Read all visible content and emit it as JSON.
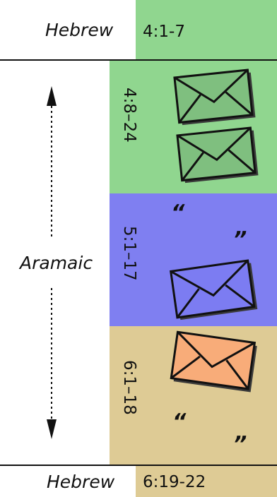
{
  "labels": {
    "top_hebrew": "Hebrew",
    "aramaic": "Aramaic",
    "bottom_hebrew": "Hebrew"
  },
  "sections": {
    "s1": "4:1-7",
    "s2": "4:8–24",
    "s3": "5:1–17",
    "s4": "6:1–18",
    "s5": "6:19-22"
  },
  "quotes": {
    "open": "“",
    "close": "”"
  },
  "colors": {
    "green": "#90d68f",
    "blue": "#7f7ff1",
    "tan": "#decb95",
    "env_green": "#7fbf7f",
    "env_blue": "#7c7cf2",
    "env_orange": "#f8ac79"
  }
}
